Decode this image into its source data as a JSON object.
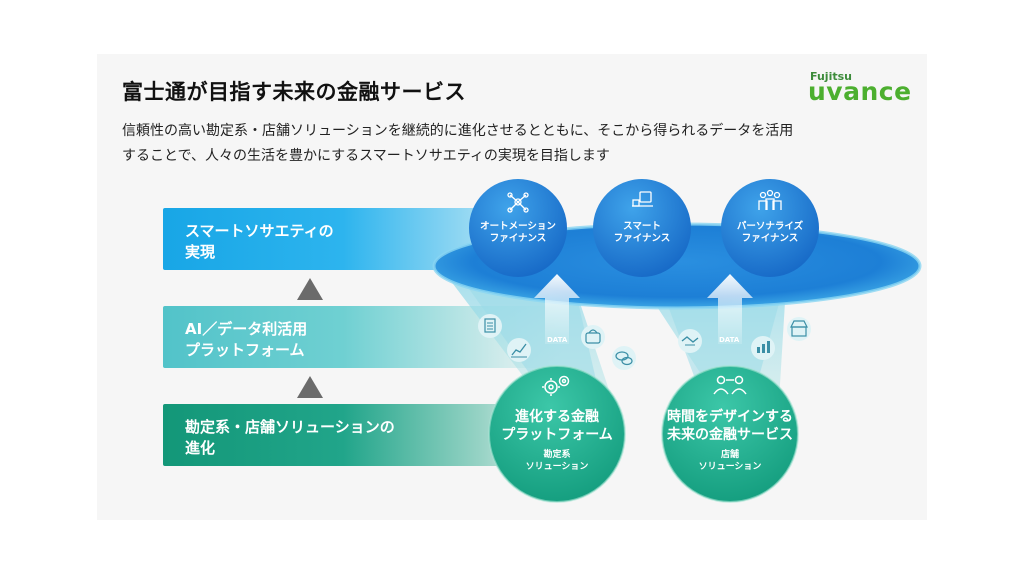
{
  "title": "富士通が目指す未来の金融サービス",
  "subtitle_line1": "信頼性の高い勘定系・店舗ソリューションを継続的に進化させるとともに、そこから得られるデータを活用",
  "subtitle_line2": "することで、人々の生活を豊かにするスマートソサエティの実現を目指します",
  "logo": {
    "brand": "Fujitsu",
    "product": "uvance",
    "color": "#4caf2f"
  },
  "stages": [
    {
      "line1": "スマートソサエティの",
      "line2": "実現"
    },
    {
      "line1": "AI／データ利活用",
      "line2": "プラットフォーム"
    },
    {
      "line1": "勘定系・店舗ソリューションの",
      "line2": "進化"
    }
  ],
  "top_circles": [
    {
      "line1": "オートメーション",
      "line2": "ファイナンス",
      "icon": "network-icon"
    },
    {
      "line1": "スマート",
      "line2": "ファイナンス",
      "icon": "smart-device-icon"
    },
    {
      "line1": "パーソナライズ",
      "line2": "ファイナンス",
      "icon": "people-icon"
    }
  ],
  "bottom_circles": [
    {
      "line1": "進化する金融",
      "line2": "プラットフォーム",
      "sub1": "勘定系",
      "sub2": "ソリューション",
      "icon": "gears-icon"
    },
    {
      "line1": "時間をデザインする",
      "line2": "未来の金融サービス",
      "sub1": "店舗",
      "sub2": "ソリューション",
      "icon": "people-exchange-icon"
    }
  ],
  "data_labels": [
    "DATA",
    "DATA"
  ],
  "colors": {
    "blue": "#18a6e6",
    "teal": "#52c3c9",
    "green": "#139778",
    "arrow": "#6b6b6b"
  }
}
